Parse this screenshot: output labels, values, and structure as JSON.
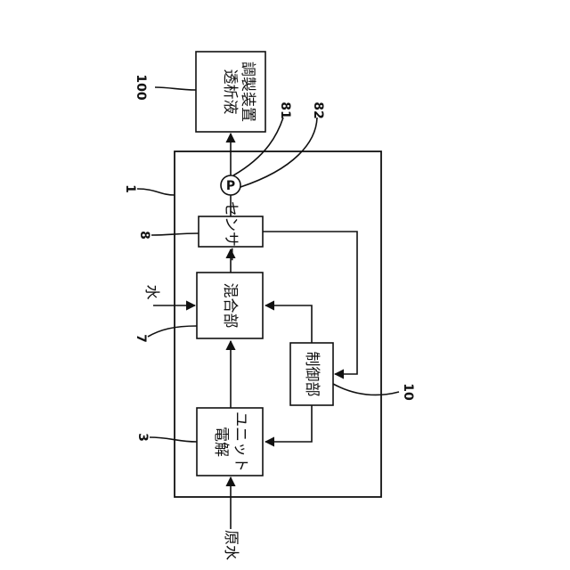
{
  "labels": {
    "n100": "100",
    "n81": "81",
    "n82": "82",
    "n1": "1",
    "n8": "8",
    "n7": "7",
    "n3": "3",
    "n10": "10",
    "water": "水",
    "raw_water": "原水",
    "pump": "P"
  },
  "blocks": {
    "dialysate_line1": "透析液",
    "dialysate_line2": "調製装置",
    "sensor": "センサー",
    "mixer": "混合部",
    "controller": "制御部",
    "electrolysis_line1": "電解",
    "electrolysis_line2": "ユニット"
  },
  "colors": {
    "ink": "#111111",
    "paper": "#ffffff"
  }
}
